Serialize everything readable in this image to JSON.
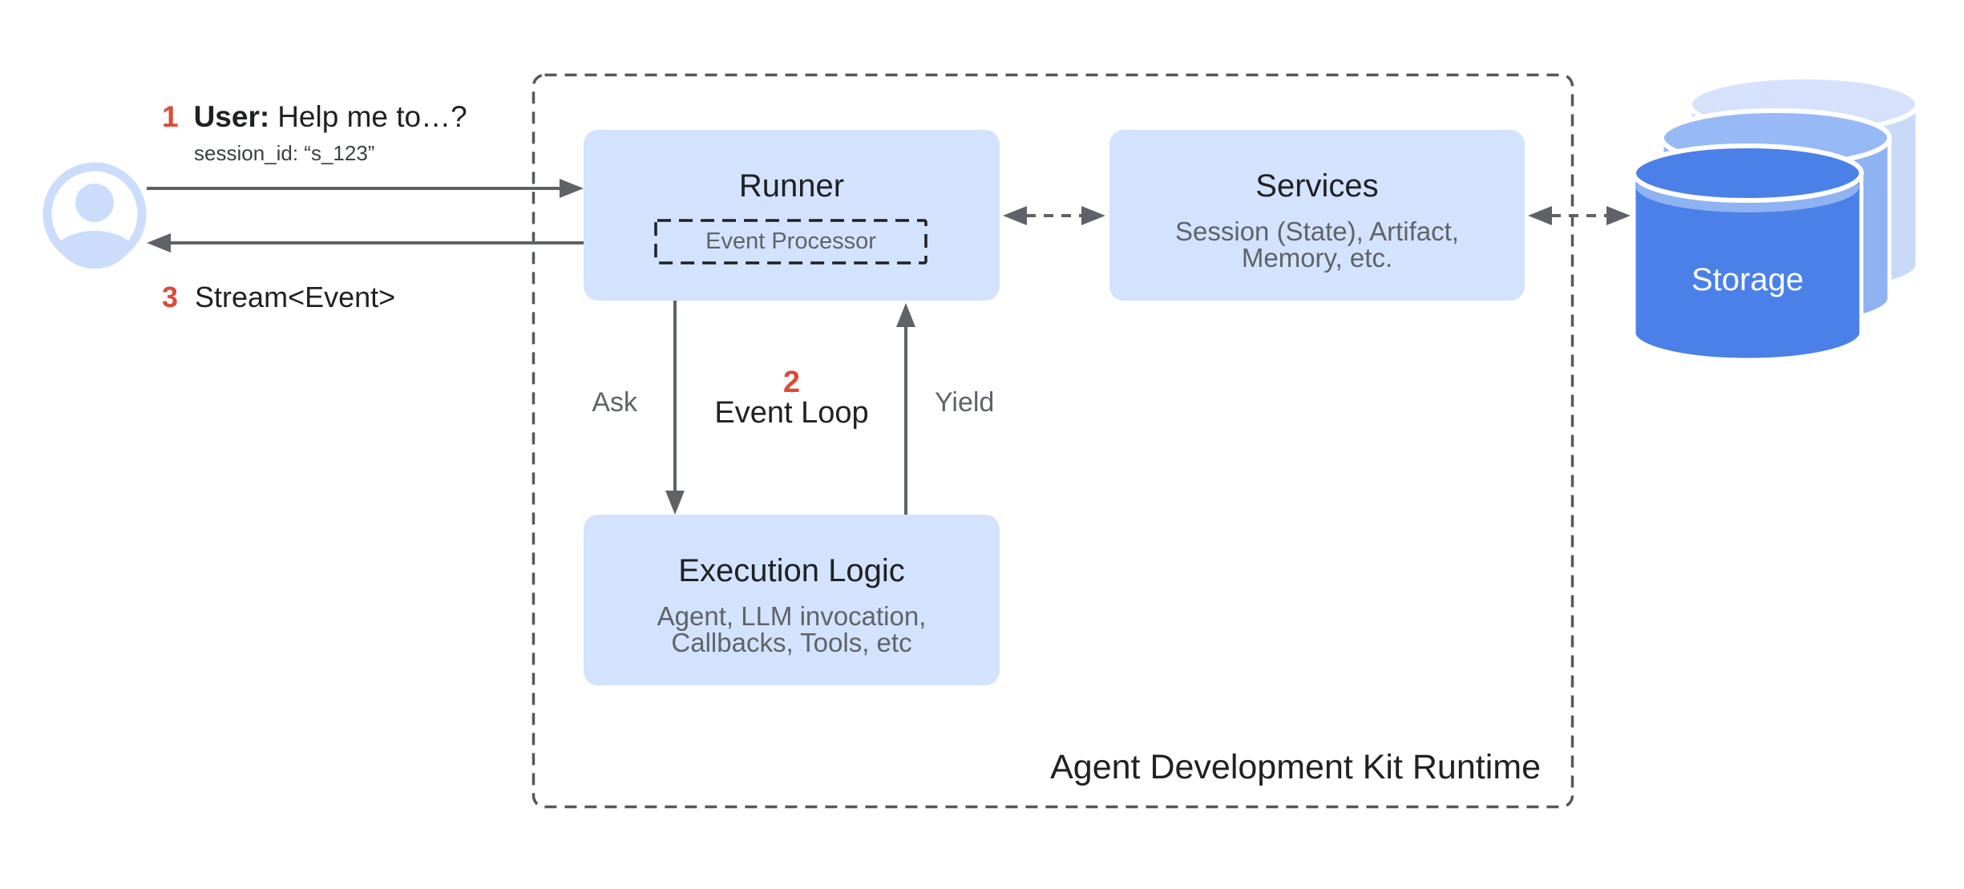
{
  "palette": {
    "box_fill": "#D3E3FD",
    "accent_red": "#DB4B3A",
    "text_dark": "#202124",
    "text_gray": "#5F6368",
    "line_gray": "#5F6368",
    "runtime_border_gray": "#55585B",
    "event_processor_border": "#1F2023",
    "avatar_blue": "#CBDDFB",
    "storage_front_blue": "#4A80E8",
    "storage_mid_blue": "#8FB2F2",
    "storage_back_blue": "#C9DAF8"
  },
  "icons": {
    "user": "user-avatar-icon",
    "storage": "database-cylinders-icon"
  },
  "user_flow": {
    "step1_number": "1",
    "step1_actor": "User:",
    "step1_message": "Help me to…?",
    "step1_session": "session_id: “s_123”",
    "step3_number": "3",
    "step3_label": "Stream<Event>"
  },
  "runtime": {
    "label": "Agent Development Kit Runtime",
    "runner": {
      "title": "Runner",
      "event_processor": "Event Processor"
    },
    "services": {
      "title": "Services",
      "subtitle1": "Session (State), Artifact,",
      "subtitle2": "Memory, etc."
    },
    "execution_logic": {
      "title": "Execution Logic",
      "subtitle1": "Agent, LLM invocation,",
      "subtitle2": "Callbacks, Tools, etc"
    },
    "event_loop": {
      "number": "2",
      "label": "Event Loop",
      "ask": "Ask",
      "yield": "Yield"
    }
  },
  "storage": {
    "label": "Storage"
  }
}
